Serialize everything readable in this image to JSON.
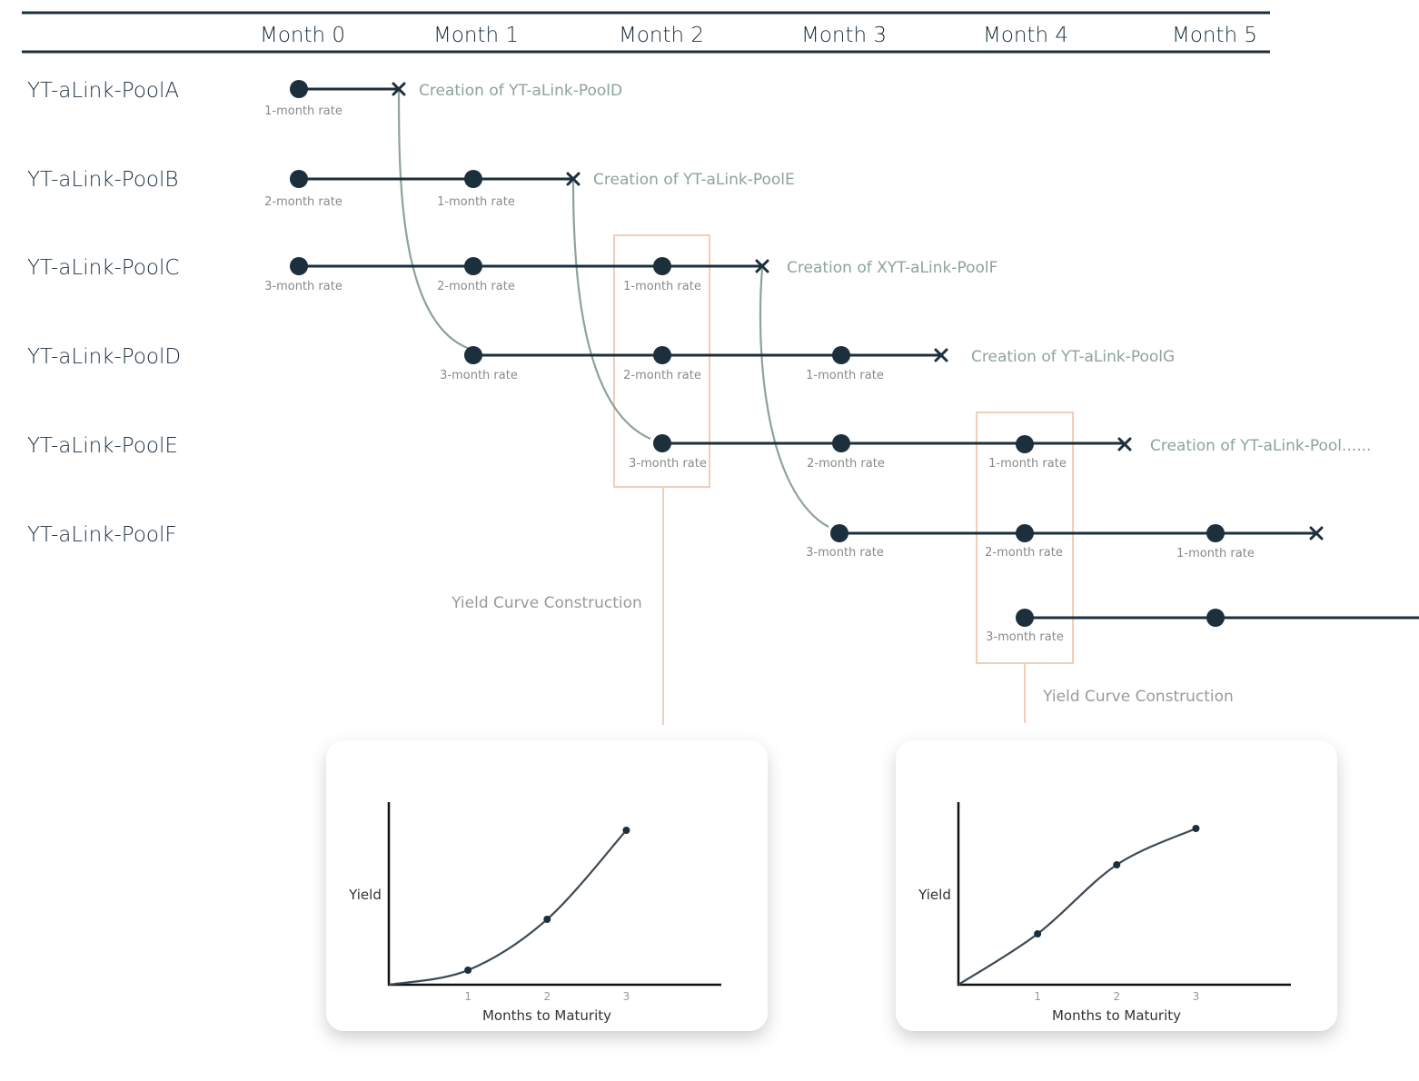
{
  "header": {
    "months": [
      "Month 0",
      "Month 1",
      "Month 2",
      "Month 3",
      "Month 4",
      "Month 5"
    ]
  },
  "pools": [
    {
      "name": "YT-aLink-PoolA",
      "creation_label": "Creation of YT-aLink-PoolD",
      "rates": [
        "1-month rate"
      ]
    },
    {
      "name": "YT-aLink-PoolB",
      "creation_label": "Creation of YT-aLink-PoolE",
      "rates": [
        "2-month rate",
        "1-month rate"
      ]
    },
    {
      "name": "YT-aLink-PoolC",
      "creation_label": "Creation of XYT-aLink-PoolF",
      "rates": [
        "3-month rate",
        "2-month rate",
        "1-month rate"
      ]
    },
    {
      "name": "YT-aLink-PoolD",
      "creation_label": "Creation of YT-aLink-PoolG",
      "rates": [
        "3-month rate",
        "2-month rate",
        "1-month rate"
      ]
    },
    {
      "name": "YT-aLink-PoolE",
      "creation_label": "Creation of YT-aLink-Pool......",
      "rates": [
        "3-month rate",
        "2-month rate",
        "1-month rate"
      ]
    },
    {
      "name": "YT-aLink-PoolF",
      "creation_label": "",
      "rates": [
        "3-month rate",
        "2-month rate",
        "1-month rate"
      ]
    },
    {
      "name": "",
      "creation_label": "",
      "rates": [
        "3-month rate"
      ]
    }
  ],
  "yield_curve_labels": [
    "Yield Curve Construction",
    "Yield Curve Construction"
  ],
  "colors": {
    "ink": "#1c2f3c",
    "connector": "#8ea39a",
    "highlight_box": "#f2cdb8",
    "muted_text": "#8a8a8a"
  },
  "chart_data": [
    {
      "type": "line",
      "x": [
        1,
        2,
        3
      ],
      "y": [
        0.8,
        3.6,
        8.5
      ],
      "ylabel": "Yield",
      "xlabel": "Months to Maturity",
      "xticks": [
        "1",
        "2",
        "3"
      ],
      "xlim": [
        0,
        4.2
      ],
      "ylim": [
        0,
        10
      ]
    },
    {
      "type": "line",
      "x": [
        1,
        2,
        3
      ],
      "y": [
        2.8,
        6.6,
        8.6
      ],
      "ylabel": "Yield",
      "xlabel": "Months to Maturity",
      "xticks": [
        "1",
        "2",
        "3"
      ],
      "xlim": [
        0,
        4.2
      ],
      "ylim": [
        0,
        10
      ]
    }
  ]
}
